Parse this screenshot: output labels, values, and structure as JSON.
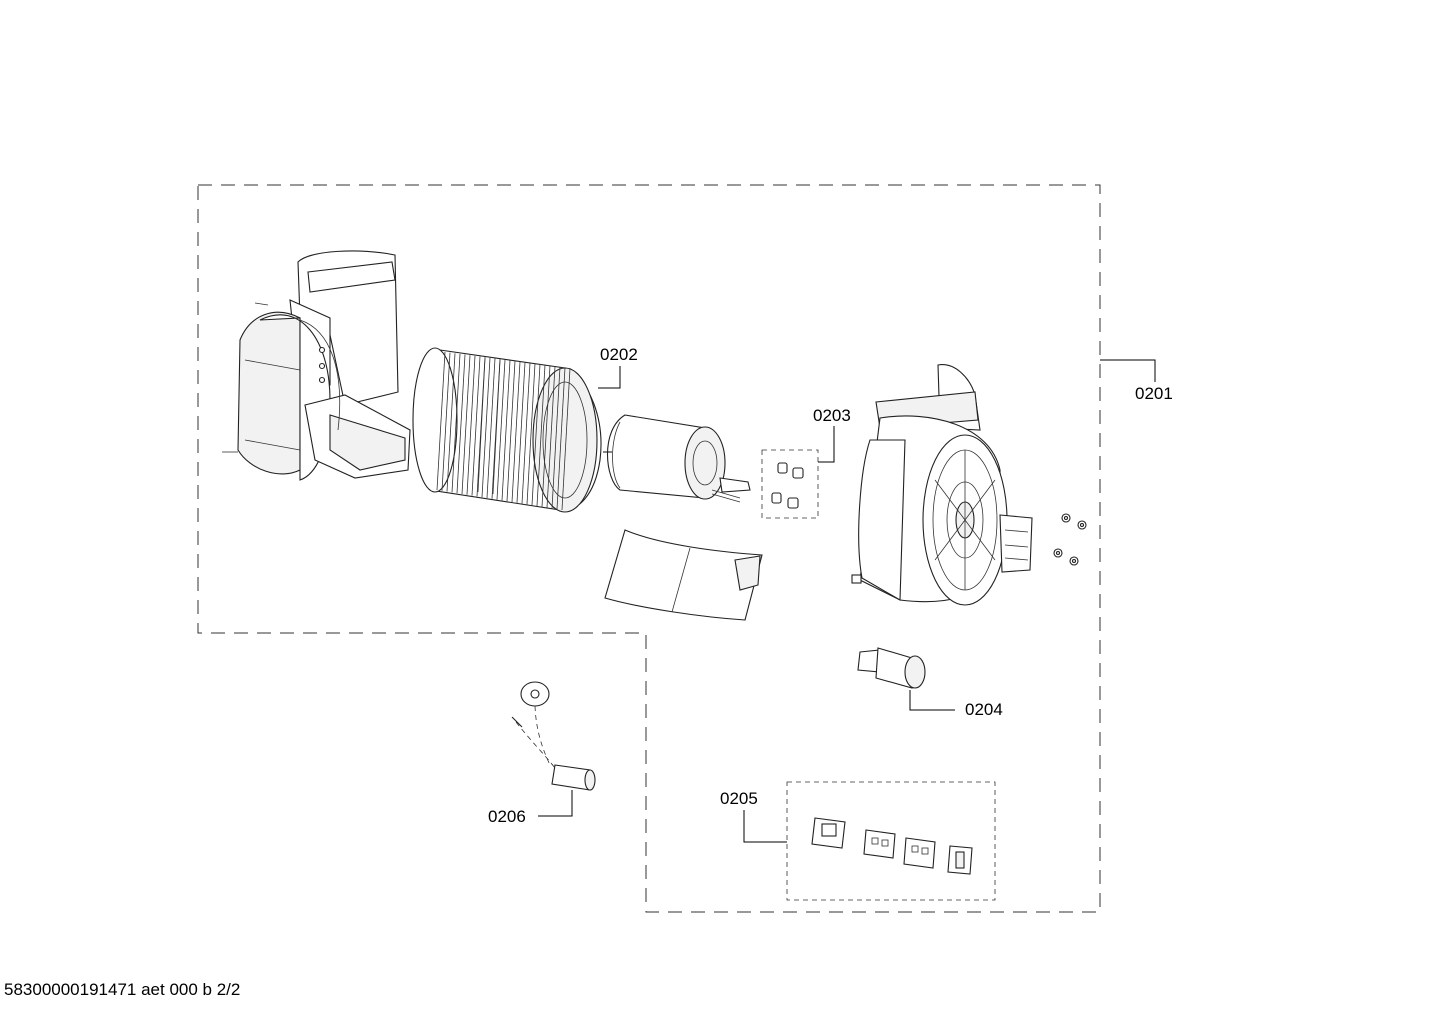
{
  "labels": {
    "p0201": "0201",
    "p0202": "0202",
    "p0203": "0203",
    "p0204": "0204",
    "p0205": "0205",
    "p0206": "0206"
  },
  "footer": "58300000191471 aet 000 b 2/2"
}
